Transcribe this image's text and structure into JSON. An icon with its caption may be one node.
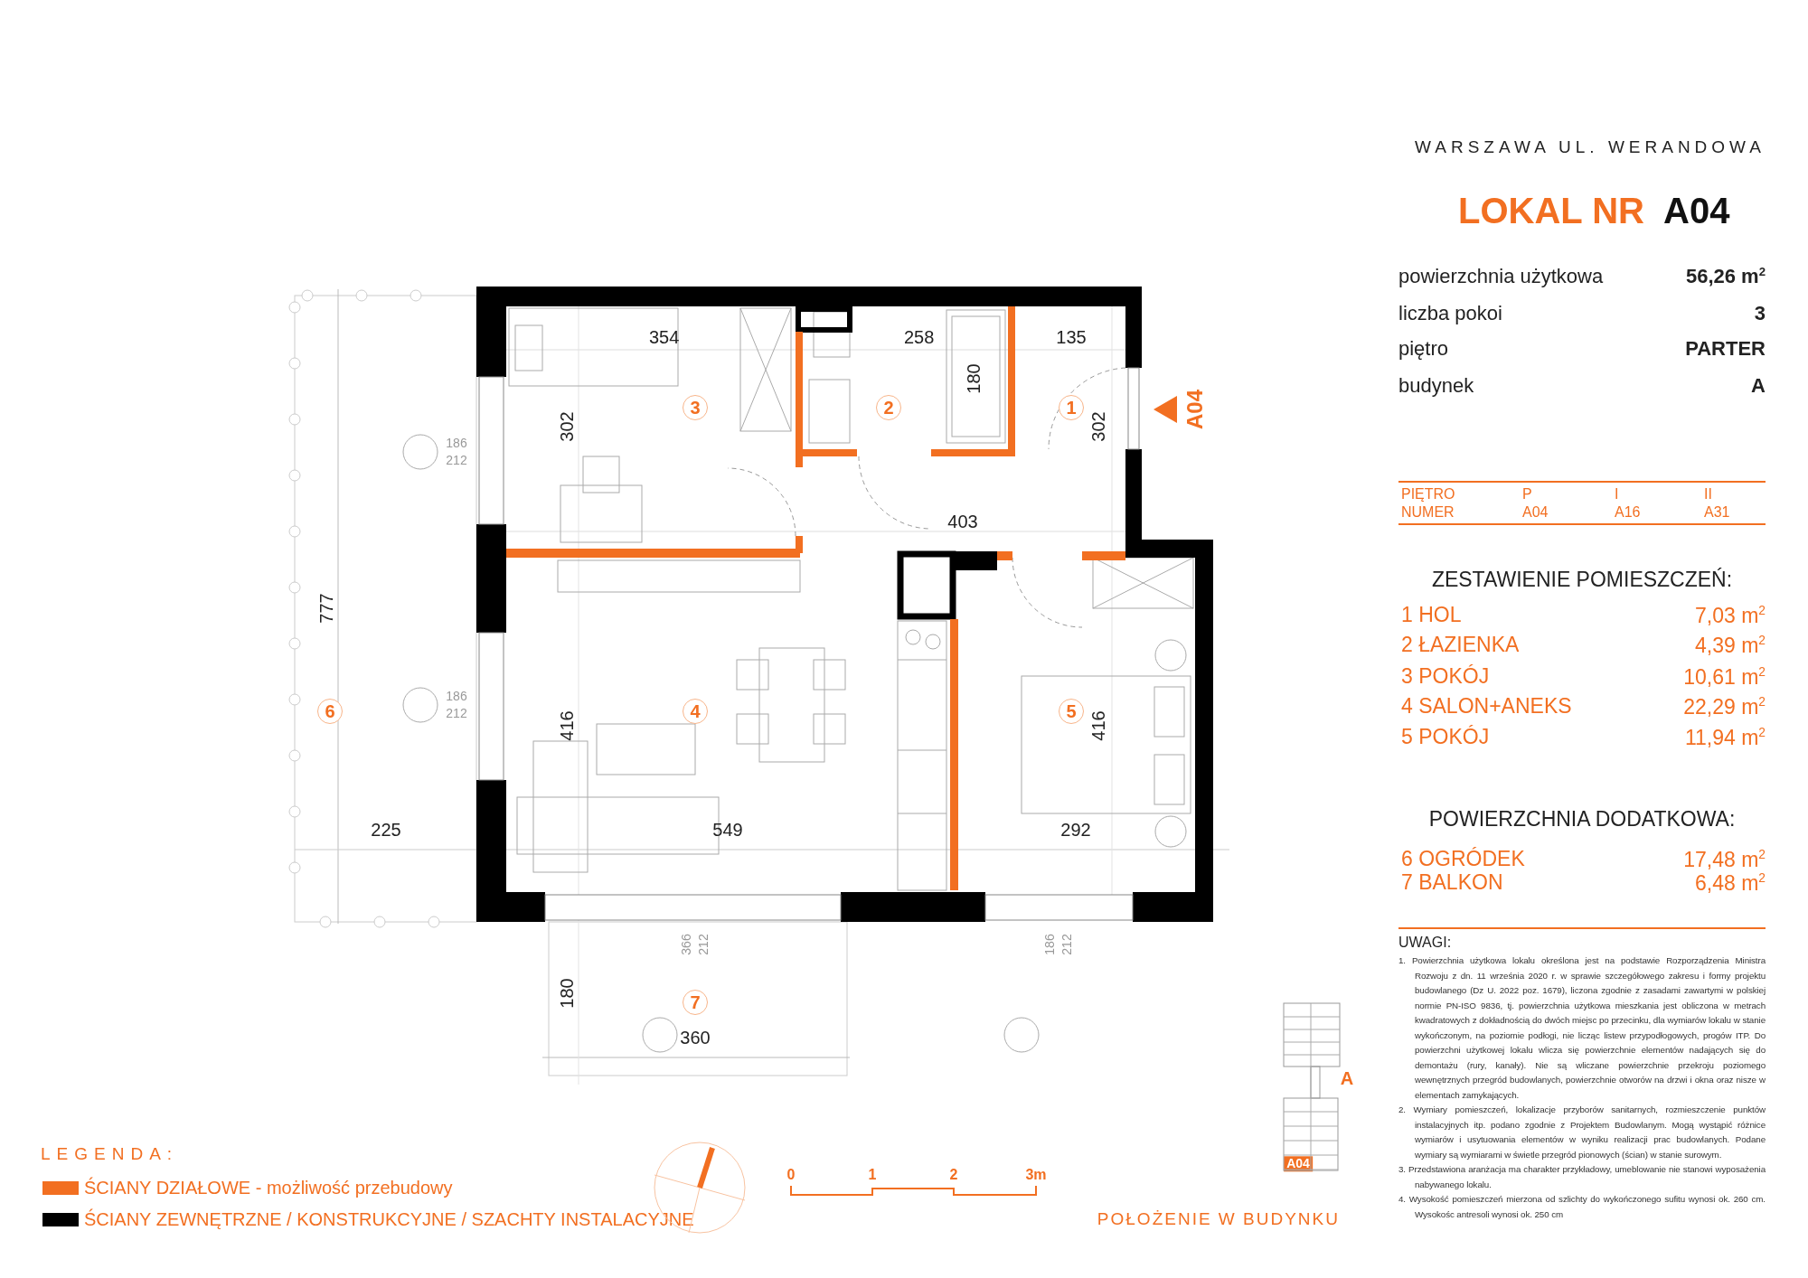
{
  "diagram": {
    "title": "LOKAL NR **A04**",
    "nodes": [
      {
        "text": [
          "1"
        ]
      },
      {
        "text": [
          "2"
        ]
      },
      {
        "text": [
          "3"
        ]
      },
      {
        "text": [
          "4"
        ]
      },
      {
        "text": [
          "5"
        ]
      },
      {
        "text": [
          "6"
        ]
      },
      {
        "text": [
          "7"
        ]
      }
    ],
    "edges": [],
    "labels": [
      "WARSZAWA UL. WERANDOWA",
      "powierzchnia użytkowa",
      "56,26 m$^{2}$",
      "liczba pokoi",
      "3",
      "piętro",
      "PARTER",
      "budynek",
      "A",
      "PIĘTRO",
      "NUMER",
      "P",
      "A04",
      "I",
      "A16",
      "II",
      "A31",
      "ZESTAWIENIE POMIESZCZEŃ:",
      "1 HOL",
      "7,03 m$^{2}$",
      "2 ŁAZIENKA",
      "4,39 m$^{2}$",
      "3 POKÓJ",
      "10,61 m$^{2}$",
      "4 SALON+ANEKS",
      "22,29 m$^{2}$",
      "5 POKÓJ",
      "11,94 m$^{2}$",
      "POWIERZCHNIA DODATKOWA:",
      "6 OGRÓDEK",
      "17,48 m$^{2}$",
      "7 BALKON",
      "6,48 m$^{2}$",
      "UWAGI:",
      "1. Powierzchnia użytkowa lokalu określona jest na podstawie Rozporządzenia Ministra Rozwoju z dn. 11 września 2020 r. w sprawie szczegółowego zakresu i formy projektu budowlanego (Dz U. 2022 poz. 1679), liczona zgodnie z zasadami zawartymi w polskiej normie PN-ISO 9836, tj. powierzchnia użytkowa mieszkania jest obliczona w metrach kwadratowych z dokładnością do dwóch miejsc po przecinku, dla wymiarów lokalu w stanie wykończonym, na poziomie podłogi, nie licząc listew przypodłogowych, progów ITP. Do powierzchni użytkowej lokalu wlicza się powierzchnie elementów nadających się do demontażu (rury, kanały). Nie są wliczane powierzchnie przekroju poziomego wewnętrznych przegród budowlanych, powierzchnie otworów na drzwi i okna oraz nisze w elementach zamykających.",
      "2. Wymiary pomieszczeń, lokalizacje przyborów sanitarnych, rozmieszczenie punktów instalacyjnych itp. podano zgodnie z Projektem Budowlanym. Mogą wystąpić różnice wymiarów i usytuowania elementów w wyniku realizacji prac budowlanych. Podane wymiary są wymiarami w świetle przegród pionowych (ścian) w stanie surowym.",
      "3. Przedstawiona aranżacja ma charakter przykładowy, umeblowanie nie stanowi wyposażenia nabywanego lokalu.",
      "4. Wysokość pomieszczeń mierzona od szlichty do wykończonego sufitu wynosi ok. 260 cm. Wysokośc antresoli wynosi ok. 250 cm",
      "LEGENDA:",
      "354",
      "258",
      "180",
      "135",
      "302",
      "302",
      "403",
      "777",
      "416",
      "416",
      "225",
      "549",
      "292",
      "186",
      "212",
      "186",
      "212",
      "366",
      "212",
      "186",
      "212",
      "180",
      "360",
      "A04",
      "0",
      "1",
      "2",
      "3m",
      "A",
      "A04",
      "POŁOŻENIE W BUDYNKU"
    ],
    "legend": [
      {
        "text": "ŚCIANY DZIAŁOWE - możliwość przebudowy",
        "color": "#f26f21"
      },
      {
        "text": "ŚCIANY ZEWNĘTRZNE / KONSTRUKCYJNE / SZACHTY INSTALACYJNE",
        "color": "#000000"
      }
    ]
  }
}
